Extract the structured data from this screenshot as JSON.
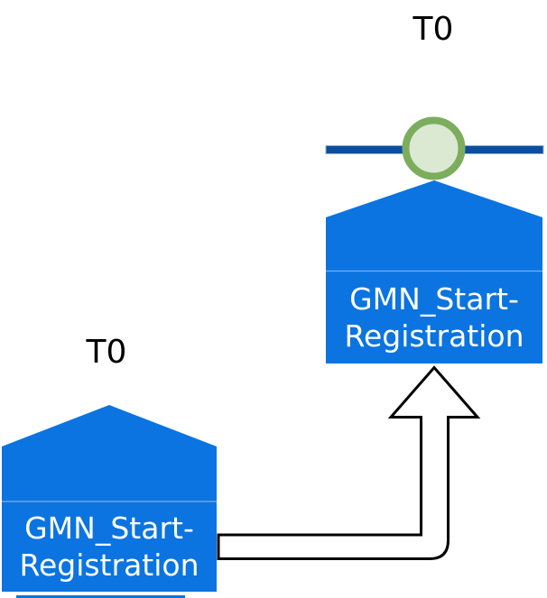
{
  "colors": {
    "background": "#ffffff",
    "node_fill": "#0b74e0",
    "node_divider": "#79b0ec",
    "node_text": "#ffffff",
    "time_text": "#000000",
    "timeline_fill": "#0a4e9d",
    "timeline_border": "#8fb3dc",
    "milestone_ring": "#7cad5d",
    "milestone_fill": "#dbe8d2",
    "arrow_stroke": "#000000",
    "arrow_fill": "#ffffff"
  },
  "nodes": {
    "left": {
      "time_label": "T0",
      "label_line1": "GMN_Start-",
      "label_line2": "Registration"
    },
    "right": {
      "time_label": "T0",
      "label_line1": "GMN_Start-",
      "label_line2": "Registration"
    }
  },
  "connector": {
    "type": "elbow-arrow"
  }
}
